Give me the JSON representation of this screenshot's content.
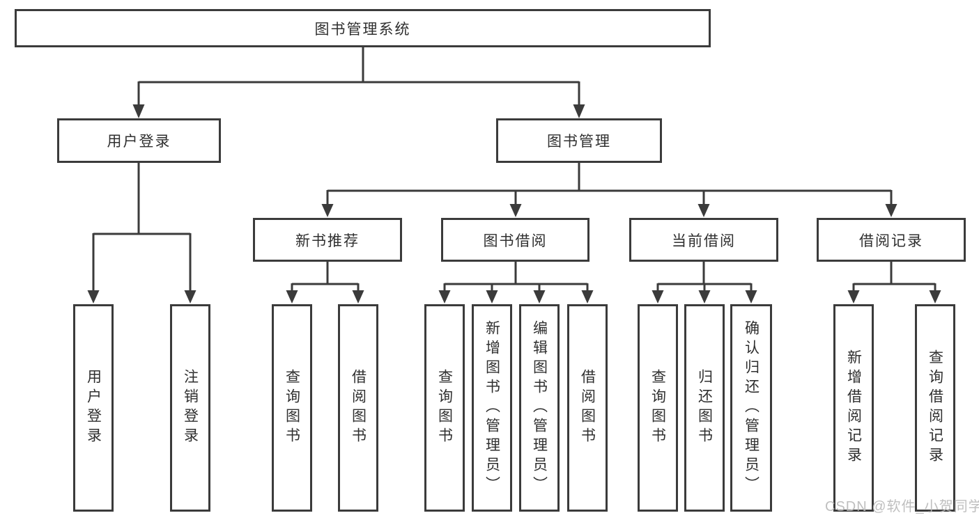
{
  "diagram": {
    "root": {
      "label": "图书管理系统",
      "children": [
        {
          "label": "用户登录",
          "children": [
            {
              "label": "用户登录"
            },
            {
              "label": "注销登录"
            }
          ]
        },
        {
          "label": "图书管理",
          "children": [
            {
              "label": "新书推荐",
              "children": [
                {
                  "label": "查询图书"
                },
                {
                  "label": "借阅图书"
                }
              ]
            },
            {
              "label": "图书借阅",
              "children": [
                {
                  "label": "查询图书"
                },
                {
                  "label": "新增图书（管理员）"
                },
                {
                  "label": "编辑图书（管理员）"
                },
                {
                  "label": "借阅图书"
                }
              ]
            },
            {
              "label": "当前借阅",
              "children": [
                {
                  "label": "查询图书"
                },
                {
                  "label": "归还图书"
                },
                {
                  "label": "确认归还（管理员）"
                }
              ]
            },
            {
              "label": "借阅记录",
              "children": [
                {
                  "label": "新增借阅记录"
                },
                {
                  "label": "查询借阅记录"
                }
              ]
            }
          ]
        }
      ]
    }
  },
  "watermark": {
    "text": "CSDN @软件_小贺同学",
    "color": "#b9b9b9"
  },
  "colors": {
    "line": "#3b3b3b",
    "background": "#ffffff",
    "text": "#2f2f2f"
  }
}
